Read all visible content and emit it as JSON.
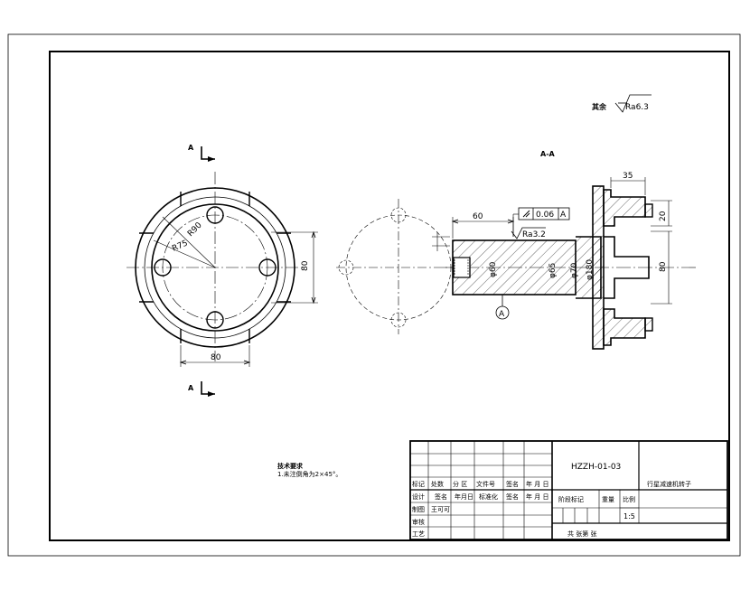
{
  "drawing": {
    "roughness_note": "其余",
    "roughness_general": "Ra6.3",
    "section_label_left": "A",
    "section_view_label": "A-A",
    "tech_requirements_title": "技术要求",
    "tech_requirements_item": "1.未注倒角为2×45°。"
  },
  "front_view": {
    "radius_outer": "R90",
    "radius_inner": "R75",
    "dim_height": "80",
    "dim_width": "80"
  },
  "section_view": {
    "dim_length_60": "60",
    "dim_35": "35",
    "perpendicularity_value": "0.06",
    "datum": "A",
    "roughness_shaft": "Ra3.2",
    "dim_phi60": "φ60",
    "dim_phi65": "φ65",
    "dim_phi70": "φ70",
    "dim_phi180": "φ180",
    "dim_20": "20",
    "dim_80": "80",
    "datum_bubble": "A"
  },
  "title_block": {
    "drawing_number": "HZZH-01-03",
    "part_name": "行星减速机转子",
    "row_labels": [
      "标记",
      "设计",
      "制图",
      "审核",
      "工艺"
    ],
    "header_row": [
      "标记",
      "处数",
      "分 区",
      "文件号",
      "签名",
      "年 月 日"
    ],
    "design_row": [
      "标准化",
      "签名",
      "年月日"
    ],
    "drafter": "王可可",
    "stage_mark": "阶段标记",
    "weight": "重量",
    "scale_label": "比例",
    "scale_value": "1:5",
    "sheets": "共  张第  张"
  }
}
